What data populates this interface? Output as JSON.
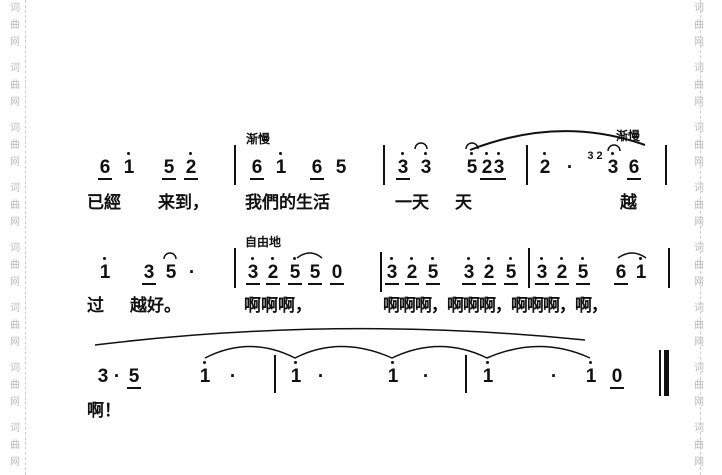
{
  "watermark": [
    "词",
    "曲",
    "网"
  ],
  "row1": {
    "tempo1": "渐慢",
    "tempo2": "渐慢",
    "notes": [
      "6",
      "1",
      "5",
      "2",
      "6",
      "1",
      "6",
      "5",
      "3",
      "3",
      "5",
      "2",
      "3",
      "2",
      "·",
      "3 2",
      "3",
      "6"
    ],
    "lyrics": [
      "已經",
      "来到，",
      "我們的生活",
      "一天",
      "天",
      "越"
    ]
  },
  "row2": {
    "tempo": "自由地",
    "notes": [
      "1",
      "3",
      "5",
      "·",
      "3",
      "2",
      "5",
      "5",
      "0",
      "3",
      "2",
      "5",
      "3",
      "2",
      "5",
      "3",
      "2",
      "5",
      "6",
      "1"
    ],
    "lyrics": [
      "过",
      "越好。",
      "啊啊啊，",
      "啊啊啊，啊啊啊，啊啊啊，啊，"
    ]
  },
  "row3": {
    "notes": [
      "3",
      "·",
      "5",
      "1",
      "·",
      "1",
      "·",
      "1",
      "·",
      "1",
      "·",
      "1",
      "0"
    ],
    "lyrics": [
      "啊！"
    ]
  }
}
